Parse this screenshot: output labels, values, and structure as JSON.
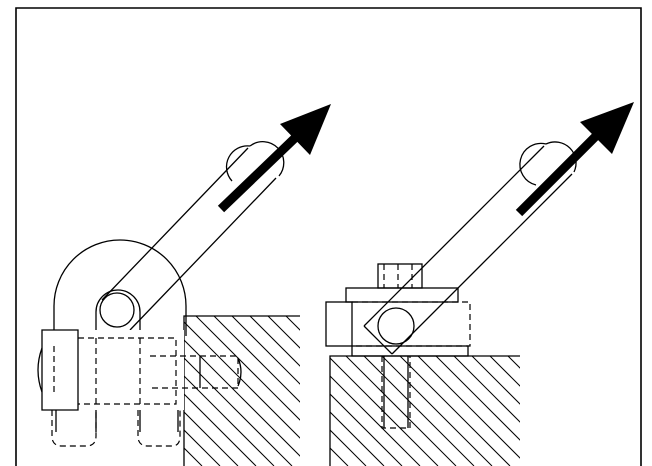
{
  "figure": {
    "description_labels": [],
    "colors": {
      "line": "#000000",
      "background": "#ffffff"
    },
    "panels": [
      {
        "name": "left-view",
        "parts": [
          "shackle-eye",
          "load-arm",
          "pull-arrow",
          "bolt",
          "base-block"
        ]
      },
      {
        "name": "right-view",
        "parts": [
          "bolt-head",
          "hinge-pin",
          "load-arm",
          "pull-arrow",
          "bolt",
          "base-block"
        ]
      }
    ]
  }
}
